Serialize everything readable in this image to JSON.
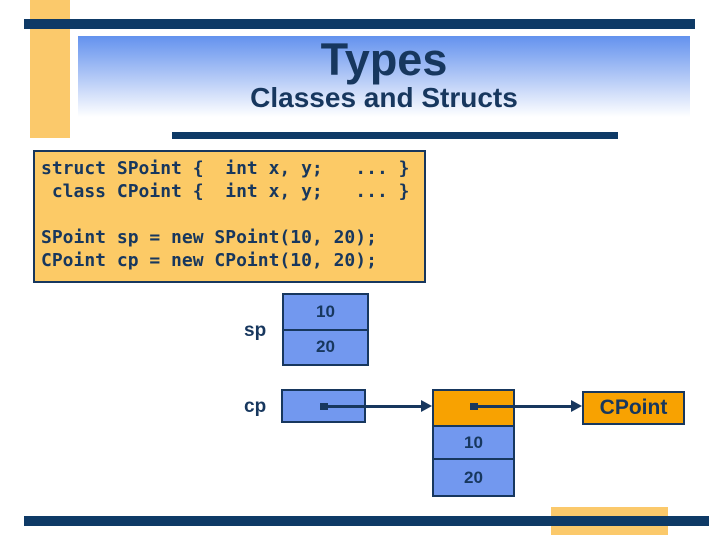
{
  "slide": {
    "title": "Types",
    "subtitle": "Classes and Structs"
  },
  "code": {
    "lines": [
      "struct SPoint {  int x, y;   ... }",
      " class CPoint {  int x, y;   ... }",
      "",
      "SPoint sp = new SPoint(10, 20);",
      "CPoint cp = new CPoint(10, 20);"
    ]
  },
  "diagram": {
    "sp": {
      "label": "sp",
      "cells": [
        "10",
        "20"
      ]
    },
    "cp": {
      "label": "cp",
      "object_cells": [
        "10",
        "20"
      ],
      "type_label": "CPoint"
    }
  },
  "colors": {
    "navy_bar": "#0E3A66",
    "text_navy": "#17375E",
    "accent_yellow": "#FBC96B",
    "code_background": "#FCCA66",
    "value_cell_blue": "#7298EF",
    "object_header_orange": "#F8A201",
    "banner_gradient_blue": "#6392EE"
  }
}
